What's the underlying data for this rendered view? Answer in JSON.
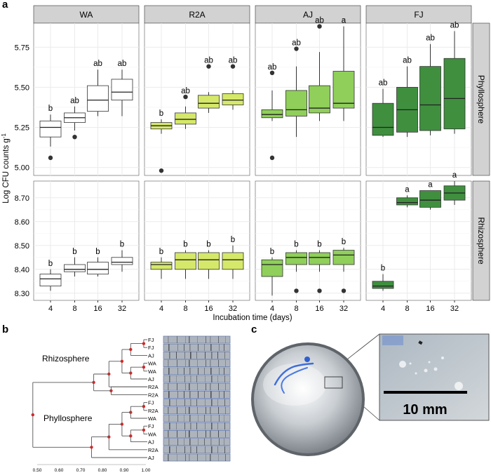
{
  "panel_labels": {
    "a": "a",
    "b": "b",
    "c": "c"
  },
  "colors": {
    "WA": "#ffffff",
    "R2A": "#d6e86a",
    "AJ": "#8fcf5a",
    "FJ": "#3f8f3f",
    "strip": "#d2d2d2",
    "grid": "#ebebeb",
    "node": "#d62728"
  },
  "chart_data": [
    {
      "type": "box",
      "ylabel_main": "Log CFU counts g",
      "ylabel_sup": "-1",
      "xlabel": "Incubation time (days)",
      "x_ticks": [
        "4",
        "8",
        "16",
        "32"
      ],
      "columns": [
        "WA",
        "R2A",
        "AJ",
        "FJ"
      ],
      "rows": [
        {
          "name": "Phyllosphere",
          "ylim": [
            4.95,
            5.9
          ],
          "y_ticks": [
            5.0,
            5.25,
            5.5,
            5.75
          ],
          "y_tick_labels": [
            "5.00",
            "5.25",
            "5.50",
            "5.75"
          ],
          "data": {
            "WA": [
              {
                "min": 5.13,
                "q1": 5.19,
                "med": 5.25,
                "q3": 5.29,
                "max": 5.33,
                "out": [
                  5.06
                ],
                "label": "b"
              },
              {
                "min": 5.23,
                "q1": 5.28,
                "med": 5.31,
                "q3": 5.34,
                "max": 5.38,
                "out": [
                  5.19
                ],
                "label": "ab"
              },
              {
                "min": 5.32,
                "q1": 5.35,
                "med": 5.42,
                "q3": 5.51,
                "max": 5.61,
                "out": [],
                "label": "ab"
              },
              {
                "min": 5.32,
                "q1": 5.42,
                "med": 5.47,
                "q3": 5.55,
                "max": 5.61,
                "out": [],
                "label": "ab"
              }
            ],
            "R2A": [
              {
                "min": 5.21,
                "q1": 5.24,
                "med": 5.26,
                "q3": 5.28,
                "max": 5.3,
                "out": [
                  4.98
                ],
                "label": "b"
              },
              {
                "min": 5.24,
                "q1": 5.27,
                "med": 5.3,
                "q3": 5.34,
                "max": 5.38,
                "out": [
                  5.44
                ],
                "label": "ab"
              },
              {
                "min": 5.34,
                "q1": 5.37,
                "med": 5.4,
                "q3": 5.45,
                "max": 5.47,
                "out": [
                  5.63
                ],
                "label": "ab"
              },
              {
                "min": 5.36,
                "q1": 5.39,
                "med": 5.42,
                "q3": 5.46,
                "max": 5.48,
                "out": [
                  5.63
                ],
                "label": "ab"
              }
            ],
            "AJ": [
              {
                "min": 5.29,
                "q1": 5.31,
                "med": 5.33,
                "q3": 5.36,
                "max": 5.48,
                "out": [
                  5.06,
                  5.59
                ],
                "label": "ab"
              },
              {
                "min": 5.19,
                "q1": 5.32,
                "med": 5.36,
                "q3": 5.48,
                "max": 5.63,
                "out": [
                  5.74
                ],
                "label": "ab"
              },
              {
                "min": 5.29,
                "q1": 5.34,
                "med": 5.37,
                "q3": 5.51,
                "max": 5.72,
                "out": [
                  5.88
                ],
                "label": "ab"
              },
              {
                "min": 5.29,
                "q1": 5.37,
                "med": 5.4,
                "q3": 5.6,
                "max": 5.88,
                "out": [],
                "label": "a"
              }
            ],
            "FJ": [
              {
                "min": 5.19,
                "q1": 5.2,
                "med": 5.25,
                "q3": 5.4,
                "max": 5.49,
                "out": [],
                "label": "ab"
              },
              {
                "min": 5.19,
                "q1": 5.22,
                "med": 5.36,
                "q3": 5.5,
                "max": 5.63,
                "out": [],
                "label": "ab"
              },
              {
                "min": 5.2,
                "q1": 5.23,
                "med": 5.39,
                "q3": 5.63,
                "max": 5.77,
                "out": [],
                "label": "ab"
              },
              {
                "min": 5.21,
                "q1": 5.24,
                "med": 5.43,
                "q3": 5.68,
                "max": 5.85,
                "out": [],
                "label": "ab"
              }
            ]
          }
        },
        {
          "name": "Rhizosphere",
          "ylim": [
            8.27,
            8.77
          ],
          "y_ticks": [
            8.3,
            8.4,
            8.5,
            8.6,
            8.7
          ],
          "y_tick_labels": [
            "8.30",
            "8.40",
            "8.50",
            "8.60",
            "8.70"
          ],
          "data": {
            "WA": [
              {
                "min": 8.31,
                "q1": 8.33,
                "med": 8.36,
                "q3": 8.38,
                "max": 8.4,
                "out": [],
                "label": "b"
              },
              {
                "min": 8.37,
                "q1": 8.39,
                "med": 8.4,
                "q3": 8.42,
                "max": 8.45,
                "out": [],
                "label": "b"
              },
              {
                "min": 8.37,
                "q1": 8.38,
                "med": 8.4,
                "q3": 8.43,
                "max": 8.45,
                "out": [],
                "label": "b"
              },
              {
                "min": 8.39,
                "q1": 8.42,
                "med": 8.43,
                "q3": 8.45,
                "max": 8.48,
                "out": [],
                "label": "b"
              }
            ],
            "R2A": [
              {
                "min": 8.36,
                "q1": 8.4,
                "med": 8.42,
                "q3": 8.43,
                "max": 8.45,
                "out": [],
                "label": "b"
              },
              {
                "min": 8.36,
                "q1": 8.4,
                "med": 8.44,
                "q3": 8.47,
                "max": 8.48,
                "out": [],
                "label": "b"
              },
              {
                "min": 8.36,
                "q1": 8.4,
                "med": 8.44,
                "q3": 8.47,
                "max": 8.48,
                "out": [],
                "label": "b"
              },
              {
                "min": 8.36,
                "q1": 8.4,
                "med": 8.44,
                "q3": 8.47,
                "max": 8.5,
                "out": [],
                "label": "b"
              }
            ],
            "AJ": [
              {
                "min": 8.29,
                "q1": 8.37,
                "med": 8.42,
                "q3": 8.44,
                "max": 8.45,
                "out": [],
                "label": "b"
              },
              {
                "min": 8.39,
                "q1": 8.42,
                "med": 8.45,
                "q3": 8.47,
                "max": 8.48,
                "out": [
                  8.31
                ],
                "label": "b"
              },
              {
                "min": 8.39,
                "q1": 8.42,
                "med": 8.45,
                "q3": 8.47,
                "max": 8.48,
                "out": [
                  8.31
                ],
                "label": "b"
              },
              {
                "min": 8.39,
                "q1": 8.42,
                "med": 8.46,
                "q3": 8.48,
                "max": 8.49,
                "out": [
                  8.31
                ],
                "label": "b"
              }
            ],
            "FJ": [
              {
                "min": 8.31,
                "q1": 8.32,
                "med": 8.33,
                "q3": 8.35,
                "max": 8.38,
                "out": [],
                "label": "b"
              },
              {
                "min": 8.66,
                "q1": 8.67,
                "med": 8.68,
                "q3": 8.7,
                "max": 8.71,
                "out": [],
                "label": "a"
              },
              {
                "min": 8.65,
                "q1": 8.66,
                "med": 8.69,
                "q3": 8.73,
                "max": 8.73,
                "out": [],
                "label": "a"
              },
              {
                "min": 8.67,
                "q1": 8.69,
                "med": 8.72,
                "q3": 8.75,
                "max": 8.77,
                "out": [],
                "label": "a"
              }
            ]
          }
        }
      ]
    },
    {
      "type": "dendrogram",
      "x_ticks": [
        0.5,
        0.6,
        0.7,
        0.8,
        0.9,
        1.0
      ],
      "x_tick_labels": [
        "0.50",
        "0.60",
        "0.70",
        "0.80",
        "0.90",
        "1.00"
      ],
      "clusters": [
        "Rhizosphere",
        "Phyllosphere"
      ],
      "leaves": [
        "FJ",
        "FJ",
        "AJ",
        "WA",
        "WA",
        "AJ",
        "R2A",
        "R2A",
        "FJ",
        "R2A",
        "WA",
        "FJ",
        "WA",
        "AJ",
        "R2A",
        "AJ"
      ]
    }
  ],
  "photo": {
    "scale_bar_label": "10 mm"
  }
}
